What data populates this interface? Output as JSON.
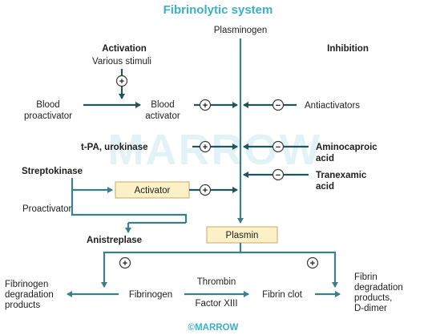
{
  "title": "Fibrinolytic system",
  "watermark": "MARROW",
  "footer": "©MARROW",
  "labels": {
    "plasminogen": "Plasminogen",
    "activation": "Activation",
    "inhibition": "Inhibition",
    "various_stimuli": "Various stimuli",
    "blood_proactivator_1": "Blood",
    "blood_proactivator_2": "proactivator",
    "blood_activator_1": "Blood",
    "blood_activator_2": "activator",
    "antiactivators": "Antiactivators",
    "tpa_urokinase": "t-PA, urokinase",
    "aminocaproic_1": "Aminocaproic",
    "aminocaproic_2": "acid",
    "tranexamic_1": "Tranexamic",
    "tranexamic_2": "acid",
    "streptokinase": "Streptokinase",
    "activator": "Activator",
    "proactivator": "Proactivator",
    "anistreplase": "Anistreplase",
    "plasmin": "Plasmin",
    "fibrinogen_products_1": "Fibrinogen",
    "fibrinogen_products_2": "degradation",
    "fibrinogen_products_3": "products",
    "fibrinogen": "Fibrinogen",
    "thrombin": "Thrombin",
    "factor_xiii": "Factor XIII",
    "fibrin_clot": "Fibrin clot",
    "fibrin_products_1": "Fibrin",
    "fibrin_products_2": "degradation",
    "fibrin_products_3": "products,",
    "fibrin_products_4": "D-dimer"
  },
  "symbols": {
    "plus": "+",
    "minus": "−"
  },
  "colors": {
    "arrow": "#3a7f8a",
    "title": "#3ab0c9",
    "box_fill": "#fbf0c6"
  }
}
